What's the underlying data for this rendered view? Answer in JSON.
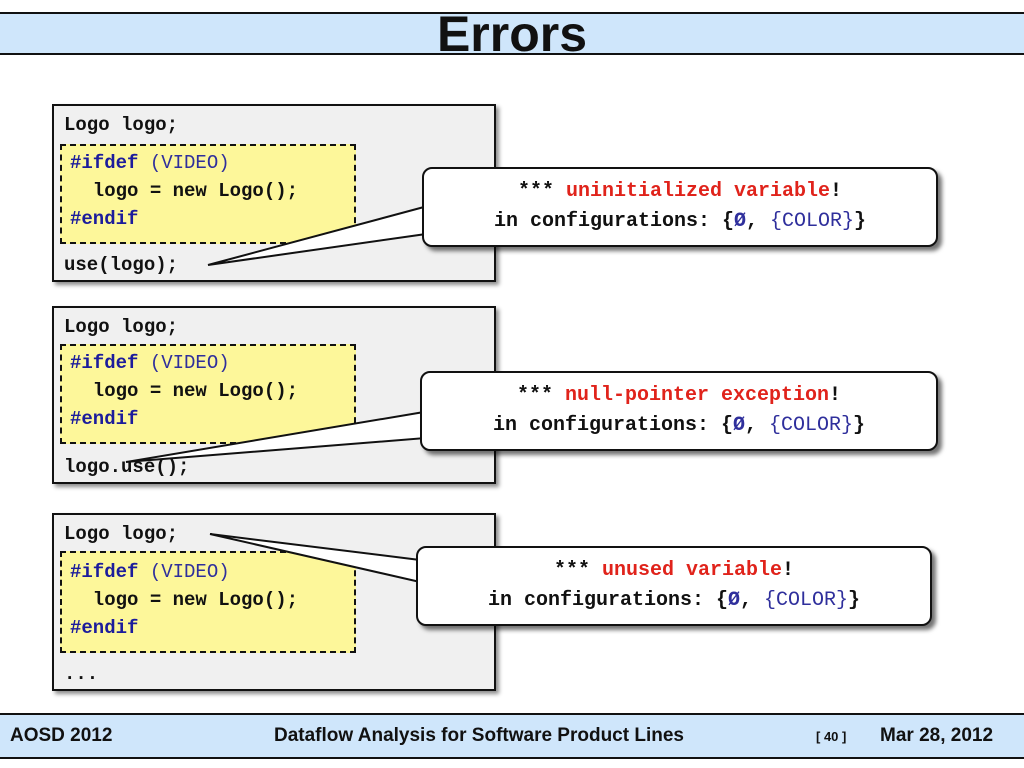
{
  "title": "Errors",
  "examples": [
    {
      "decl": "Logo logo;",
      "ifdef_kw": "#ifdef",
      "ifdef_cond": "(VIDEO)",
      "body": "  logo = new Logo();",
      "endif": "#endif",
      "last": "use(logo);",
      "callout": {
        "stars": "***",
        "error": "uninitialized variable",
        "bang": "!",
        "prefix": "in configurations: {",
        "empty": "Ø",
        "sep": ", ",
        "config": "{COLOR}",
        "suffix": "}"
      }
    },
    {
      "decl": "Logo logo;",
      "ifdef_kw": "#ifdef",
      "ifdef_cond": "(VIDEO)",
      "body": "  logo = new Logo();",
      "endif": "#endif",
      "last": "logo.use();",
      "callout": {
        "stars": "***",
        "error": "null-pointer exception",
        "bang": "!",
        "prefix": "in configurations: {",
        "empty": "Ø",
        "sep": ", ",
        "config": "{COLOR}",
        "suffix": "}"
      }
    },
    {
      "decl": "Logo logo;",
      "ifdef_kw": "#ifdef",
      "ifdef_cond": "(VIDEO)",
      "body": "  logo = new Logo();",
      "endif": "#endif",
      "last": "...",
      "callout": {
        "stars": "***",
        "error": "unused variable",
        "bang": "!",
        "prefix": "in configurations: {",
        "empty": "Ø",
        "sep": ", ",
        "config": "{COLOR}",
        "suffix": "}"
      }
    }
  ],
  "footer": {
    "conference": "AOSD 2012",
    "talk_title": "Dataflow Analysis for Software Product Lines",
    "slide_number": "[ 40 ]",
    "date": "Mar 28, 2012"
  }
}
